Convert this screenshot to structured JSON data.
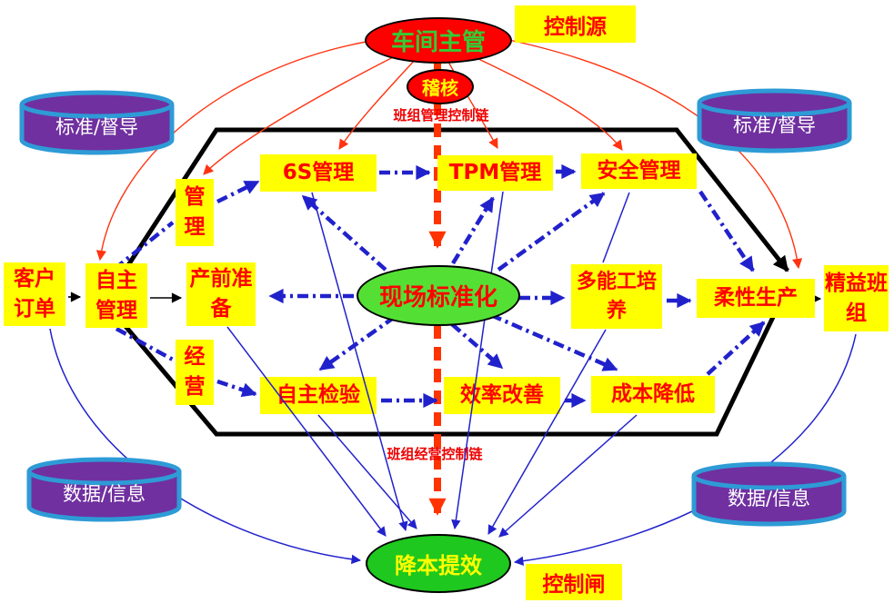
{
  "top": {
    "control_source": "控制源",
    "supervisor": "车间主管",
    "audit": "稽核",
    "management_chain": "班组管理控制链"
  },
  "center": {
    "field_standardization": "现场标准化"
  },
  "bottom": {
    "cost_down_efficiency_up": "降本提效",
    "control_gate": "控制闸",
    "operation_chain": "班组经营控制链"
  },
  "cylinders": {
    "top_left": "标准/督导",
    "top_right": "标准/督导",
    "bottom_left": "数据/信息",
    "bottom_right": "数据/信息"
  },
  "boxes": {
    "management": "管理",
    "operation": "经营",
    "customer_order": "客户订单",
    "autonomous_management": "自主管理",
    "pre_production": "产前准备",
    "six_s": "6S管理",
    "tpm": "TPM管理",
    "safety": "安全管理",
    "multi_skill": "多能工培养",
    "flexible_production": "柔性生产",
    "lean_team": "精益班组",
    "self_inspection": "自主检验",
    "efficiency_improvement": "效率改善",
    "cost_reduction": "成本降低"
  },
  "colors": {
    "box_bg": "#FFFF00",
    "box_text": "#FF0000",
    "node_red": "#FF0000",
    "supervisor_text": "#33CC33",
    "center_green": "#54DF35",
    "bottom_green": "#1EC81E",
    "cylinder_purple": "#7030A0",
    "cylinder_border": "#2E9BD6",
    "cylinder_text": "#FFFFFF",
    "dashdot_blue": "#2121CC",
    "thin_blue": "#2222CC",
    "thin_red": "#FF3311",
    "thick_red": "#FF3300",
    "hexagon": "#000000",
    "chain_label": "#EE0000"
  }
}
